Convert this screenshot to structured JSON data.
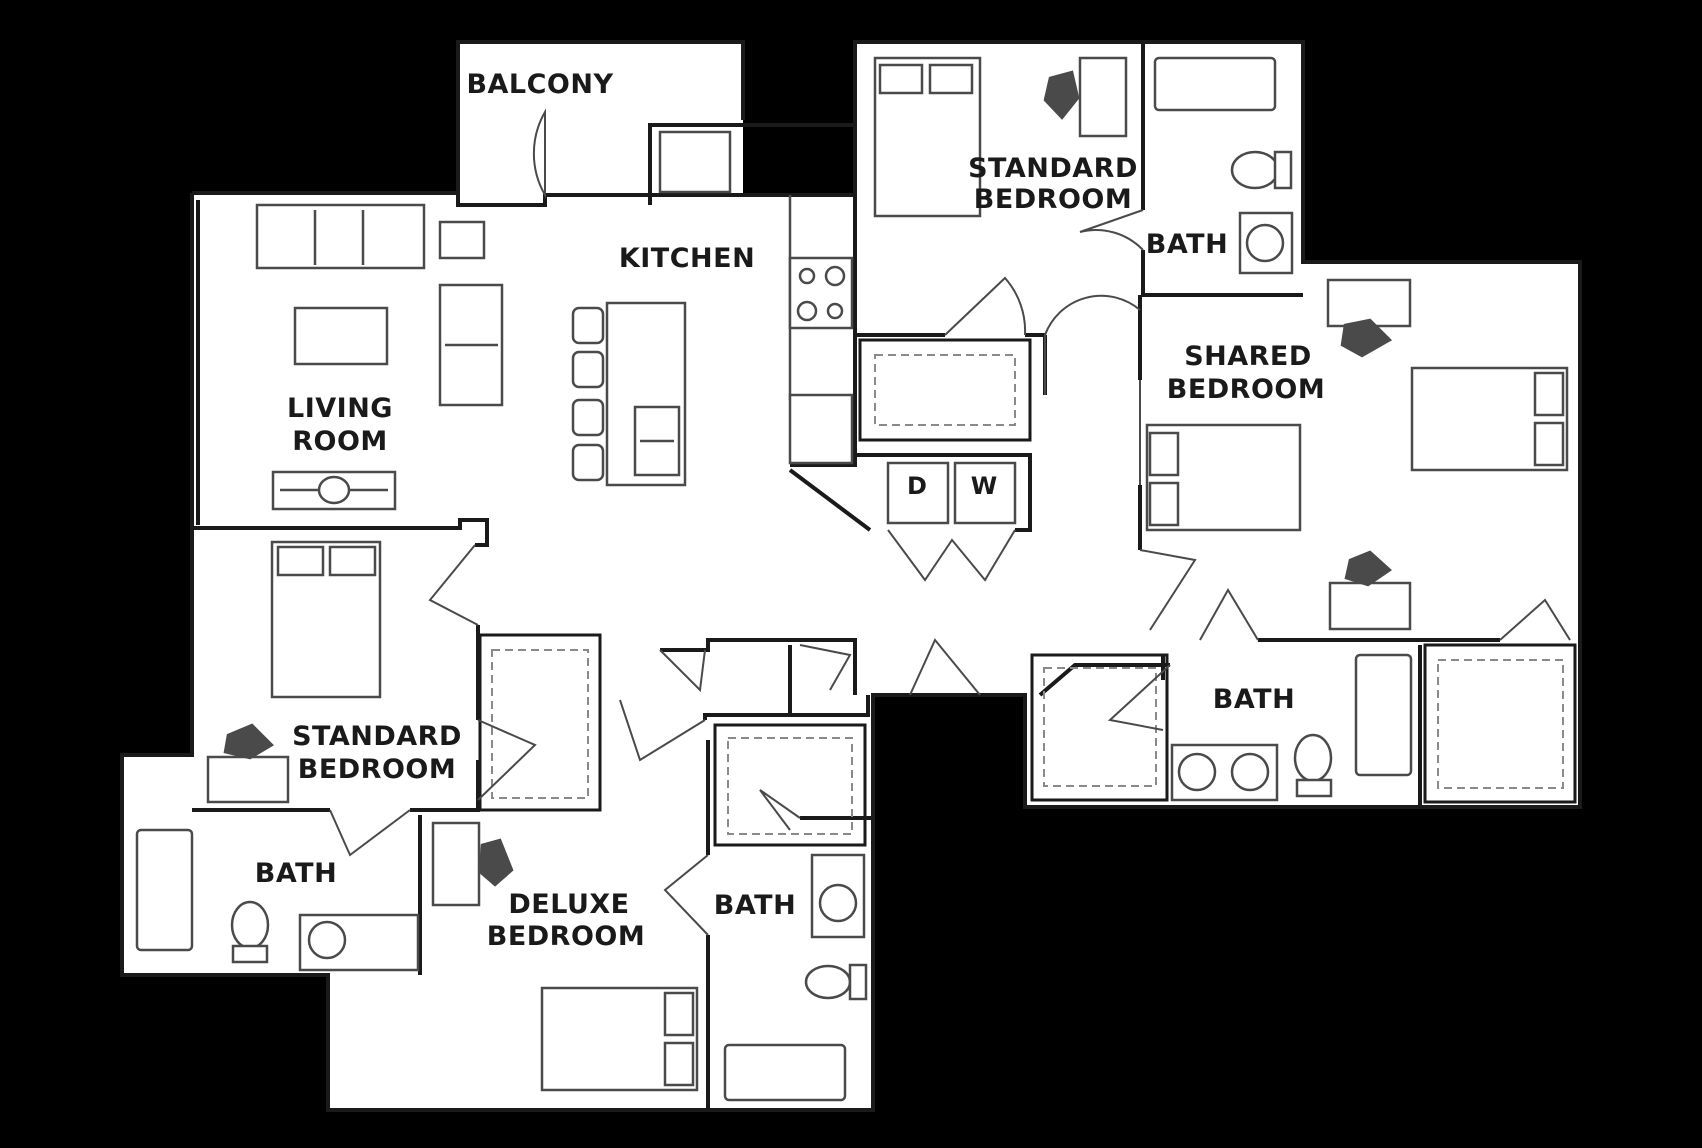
{
  "colors": {
    "background": "#000000",
    "floor": "#ffffff",
    "wall": "#1a1a1a",
    "fixture": "#4a4a4a",
    "dashed": "#8a8a8a"
  },
  "rooms": {
    "balcony": {
      "label_lines": [
        "BALCONY"
      ]
    },
    "kitchen": {
      "label_lines": [
        "KITCHEN"
      ]
    },
    "living_room": {
      "label_lines": [
        "LIVING",
        "ROOM"
      ]
    },
    "standard_bedroom_top": {
      "label_lines": [
        "STANDARD",
        "BEDROOM"
      ]
    },
    "bath_top": {
      "label_lines": [
        "BATH"
      ]
    },
    "shared_bedroom": {
      "label_lines": [
        "SHARED",
        "BEDROOM"
      ]
    },
    "bath_shared": {
      "label_lines": [
        "BATH"
      ]
    },
    "standard_bedroom_left": {
      "label_lines": [
        "STANDARD",
        "BEDROOM"
      ]
    },
    "bath_left": {
      "label_lines": [
        "BATH"
      ]
    },
    "deluxe_bedroom": {
      "label_lines": [
        "DELUXE",
        "BEDROOM"
      ]
    },
    "bath_deluxe": {
      "label_lines": [
        "BATH"
      ]
    }
  },
  "appliances": {
    "dryer": "D",
    "washer": "W"
  },
  "icons": [
    "door-swing-icon",
    "bed-icon",
    "desk-chair-icon",
    "toilet-icon",
    "sink-icon",
    "bathtub-icon",
    "stove-icon",
    "sofa-icon"
  ]
}
